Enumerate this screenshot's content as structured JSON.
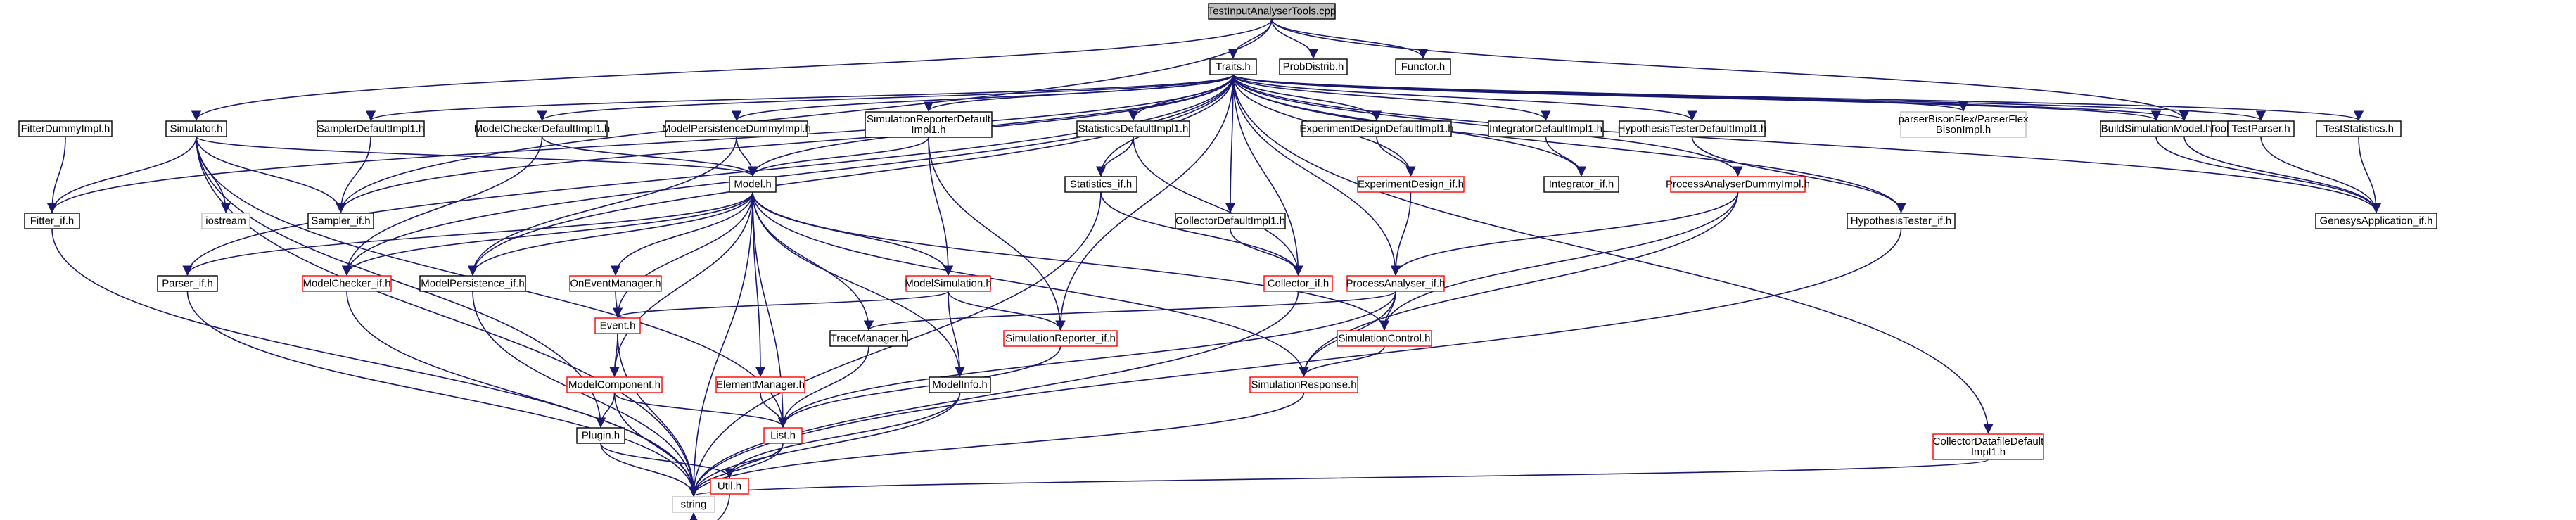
{
  "diagram": {
    "nodes": [
      {
        "id": "TestInputAnalyserTools_cpp",
        "lines": [
          "TestInputAnalyserTools.cpp"
        ],
        "style": "root"
      },
      {
        "id": "Simulator_h",
        "lines": [
          "Simulator.h"
        ],
        "style": "black"
      },
      {
        "id": "Sampler_if_h",
        "lines": [
          "Sampler_if.h"
        ],
        "style": "black"
      },
      {
        "id": "Traits_h",
        "lines": [
          "Traits.h"
        ],
        "style": "black"
      },
      {
        "id": "ProbDistrib_h",
        "lines": [
          "ProbDistrib.h"
        ],
        "style": "black"
      },
      {
        "id": "Functor_h",
        "lines": [
          "Functor.h"
        ],
        "style": "black"
      },
      {
        "id": "TestInputAnalyserTools_h",
        "lines": [
          "TestInputAnalyserTools.h"
        ],
        "style": "black"
      },
      {
        "id": "FitterDummyImpl_h",
        "lines": [
          "FitterDummyImpl.h"
        ],
        "style": "black"
      },
      {
        "id": "Fitter_if_h",
        "lines": [
          "Fitter_if.h"
        ],
        "style": "black"
      },
      {
        "id": "iostream",
        "lines": [
          "iostream"
        ],
        "style": "gray"
      },
      {
        "id": "string",
        "lines": [
          "string"
        ],
        "style": "gray"
      },
      {
        "id": "Parser_if_h",
        "lines": [
          "Parser_if.h"
        ],
        "style": "black"
      },
      {
        "id": "SamplerDefaultImpl1_h",
        "lines": [
          "SamplerDefaultImpl1.h"
        ],
        "style": "black"
      },
      {
        "id": "ModelCheckerDefaultImpl1_h",
        "lines": [
          "ModelCheckerDefaultImpl1.h"
        ],
        "style": "black"
      },
      {
        "id": "ModelPersistenceDummyImpl_h",
        "lines": [
          "ModelPersistenceDummyImpl.h"
        ],
        "style": "black"
      },
      {
        "id": "SimulationReporterDefaultImpl1_h",
        "lines": [
          "SimulationReporterDefault",
          "Impl1.h"
        ],
        "style": "black"
      },
      {
        "id": "StatisticsDefaultImpl1_h",
        "lines": [
          "StatisticsDefaultImpl1.h"
        ],
        "style": "black"
      },
      {
        "id": "ExperimentDesignDefaultImpl1_h",
        "lines": [
          "ExperimentDesignDefaultImpl1.h"
        ],
        "style": "black"
      },
      {
        "id": "IntegratorDefaultImpl1_h",
        "lines": [
          "IntegratorDefaultImpl1.h"
        ],
        "style": "black"
      },
      {
        "id": "HypothesisTesterDefaultImpl1_h",
        "lines": [
          "HypothesisTesterDefaultImpl1.h"
        ],
        "style": "black"
      },
      {
        "id": "parserBisonFlex_h",
        "lines": [
          "parserBisonFlex/ParserFlex",
          "BisonImpl.h"
        ],
        "style": "gray"
      },
      {
        "id": "BuildSimulationModel_h",
        "lines": [
          "BuildSimulationModel.h"
        ],
        "style": "black"
      },
      {
        "id": "TestParser_h",
        "lines": [
          "TestParser.h"
        ],
        "style": "black"
      },
      {
        "id": "TestStatistics_h",
        "lines": [
          "TestStatistics.h"
        ],
        "style": "black"
      },
      {
        "id": "Model_h",
        "lines": [
          "Model.h"
        ],
        "style": "black"
      },
      {
        "id": "Statistics_if_h",
        "lines": [
          "Statistics_if.h"
        ],
        "style": "black"
      },
      {
        "id": "CollectorDefaultImpl1_h",
        "lines": [
          "CollectorDefaultImpl1.h"
        ],
        "style": "black"
      },
      {
        "id": "ExperimentDesign_if_h",
        "lines": [
          "ExperimentDesign_if.h"
        ],
        "style": "red"
      },
      {
        "id": "Integrator_if_h",
        "lines": [
          "Integrator_if.h"
        ],
        "style": "black"
      },
      {
        "id": "HypothesisTester_if_h",
        "lines": [
          "HypothesisTester_if.h"
        ],
        "style": "black"
      },
      {
        "id": "GenesysApplication_if_h",
        "lines": [
          "GenesysApplication_if.h"
        ],
        "style": "black"
      },
      {
        "id": "ModelChecker_if_h",
        "lines": [
          "ModelChecker_if.h"
        ],
        "style": "red"
      },
      {
        "id": "ModelPersistence_if_h",
        "lines": [
          "ModelPersistence_if.h"
        ],
        "style": "black"
      },
      {
        "id": "OnEventManager_h",
        "lines": [
          "OnEventManager.h"
        ],
        "style": "red"
      },
      {
        "id": "ModelSimulation_h",
        "lines": [
          "ModelSimulation.h"
        ],
        "style": "red"
      },
      {
        "id": "Collector_if_h",
        "lines": [
          "Collector_if.h"
        ],
        "style": "red"
      },
      {
        "id": "ProcessAnalyserDummyImpl_h",
        "lines": [
          "ProcessAnalyserDummyImpl.h"
        ],
        "style": "red"
      },
      {
        "id": "ProcessAnalyser_if_h",
        "lines": [
          "ProcessAnalyser_if.h"
        ],
        "style": "red"
      },
      {
        "id": "Event_h",
        "lines": [
          "Event.h"
        ],
        "style": "red"
      },
      {
        "id": "TraceManager_h",
        "lines": [
          "TraceManager.h"
        ],
        "style": "black"
      },
      {
        "id": "SimulationReporter_if_h",
        "lines": [
          "SimulationReporter_if.h"
        ],
        "style": "red"
      },
      {
        "id": "SimulationControl_h",
        "lines": [
          "SimulationControl.h"
        ],
        "style": "red"
      },
      {
        "id": "ModelComponent_h",
        "lines": [
          "ModelComponent.h"
        ],
        "style": "red"
      },
      {
        "id": "ElementManager_h",
        "lines": [
          "ElementManager.h"
        ],
        "style": "red"
      },
      {
        "id": "ModelInfo_h",
        "lines": [
          "ModelInfo.h"
        ],
        "style": "black"
      },
      {
        "id": "SimulationResponse_h",
        "lines": [
          "SimulationResponse.h"
        ],
        "style": "red"
      },
      {
        "id": "List_h",
        "lines": [
          "List.h"
        ],
        "style": "red"
      },
      {
        "id": "Plugin_h",
        "lines": [
          "Plugin.h"
        ],
        "style": "black"
      },
      {
        "id": "Util_h",
        "lines": [
          "Util.h"
        ],
        "style": "red"
      },
      {
        "id": "CollectorDatafileDefaultImpl1_h",
        "lines": [
          "CollectorDatafileDefault",
          "Impl1.h"
        ],
        "style": "red"
      }
    ],
    "edges": [
      [
        "TestInputAnalyserTools_cpp",
        "Simulator_h"
      ],
      [
        "TestInputAnalyserTools_cpp",
        "Sampler_if_h"
      ],
      [
        "TestInputAnalyserTools_cpp",
        "Traits_h"
      ],
      [
        "TestInputAnalyserTools_cpp",
        "ProbDistrib_h"
      ],
      [
        "TestInputAnalyserTools_cpp",
        "Functor_h"
      ],
      [
        "TestInputAnalyserTools_cpp",
        "TestInputAnalyserTools_h"
      ],
      [
        "Simulator_h",
        "Fitter_if_h"
      ],
      [
        "Simulator_h",
        "iostream"
      ],
      [
        "Simulator_h",
        "string"
      ],
      [
        "Simulator_h",
        "Sampler_if_h"
      ],
      [
        "Simulator_h",
        "Model_h"
      ],
      [
        "Simulator_h",
        "Plugin_h"
      ],
      [
        "Simulator_h",
        "List_h"
      ],
      [
        "FitterDummyImpl_h",
        "Fitter_if_h"
      ],
      [
        "Fitter_if_h",
        "string"
      ],
      [
        "Traits_h",
        "Fitter_if_h"
      ],
      [
        "Traits_h",
        "Parser_if_h"
      ],
      [
        "Traits_h",
        "Sampler_if_h"
      ],
      [
        "Traits_h",
        "SamplerDefaultImpl1_h"
      ],
      [
        "Traits_h",
        "ModelCheckerDefaultImpl1_h"
      ],
      [
        "Traits_h",
        "ModelPersistenceDummyImpl_h"
      ],
      [
        "Traits_h",
        "SimulationReporterDefaultImpl1_h"
      ],
      [
        "Traits_h",
        "StatisticsDefaultImpl1_h"
      ],
      [
        "Traits_h",
        "CollectorDefaultImpl1_h"
      ],
      [
        "Traits_h",
        "ExperimentDesignDefaultImpl1_h"
      ],
      [
        "Traits_h",
        "IntegratorDefaultImpl1_h"
      ],
      [
        "Traits_h",
        "HypothesisTesterDefaultImpl1_h"
      ],
      [
        "Traits_h",
        "parserBisonFlex_h"
      ],
      [
        "Traits_h",
        "BuildSimulationModel_h"
      ],
      [
        "Traits_h",
        "TestParser_h"
      ],
      [
        "Traits_h",
        "TestStatistics_h"
      ],
      [
        "Traits_h",
        "TestInputAnalyserTools_h"
      ],
      [
        "Traits_h",
        "Model_h"
      ],
      [
        "Traits_h",
        "ModelChecker_if_h"
      ],
      [
        "Traits_h",
        "ModelPersistence_if_h"
      ],
      [
        "Traits_h",
        "Statistics_if_h"
      ],
      [
        "Traits_h",
        "Collector_if_h"
      ],
      [
        "Traits_h",
        "ExperimentDesign_if_h"
      ],
      [
        "Traits_h",
        "Integrator_if_h"
      ],
      [
        "Traits_h",
        "HypothesisTester_if_h"
      ],
      [
        "Traits_h",
        "ProcessAnalyserDummyImpl_h"
      ],
      [
        "Traits_h",
        "ProcessAnalyser_if_h"
      ],
      [
        "Traits_h",
        "SimulationReporter_if_h"
      ],
      [
        "Traits_h",
        "GenesysApplication_if_h"
      ],
      [
        "Traits_h",
        "CollectorDatafileDefaultImpl1_h"
      ],
      [
        "SamplerDefaultImpl1_h",
        "Sampler_if_h"
      ],
      [
        "ModelCheckerDefaultImpl1_h",
        "ModelChecker_if_h"
      ],
      [
        "ModelCheckerDefaultImpl1_h",
        "Model_h"
      ],
      [
        "ModelPersistenceDummyImpl_h",
        "ModelPersistence_if_h"
      ],
      [
        "ModelPersistenceDummyImpl_h",
        "Model_h"
      ],
      [
        "SimulationReporterDefaultImpl1_h",
        "Model_h"
      ],
      [
        "SimulationReporterDefaultImpl1_h",
        "ModelSimulation_h"
      ],
      [
        "SimulationReporterDefaultImpl1_h",
        "SimulationReporter_if_h"
      ],
      [
        "StatisticsDefaultImpl1_h",
        "Statistics_if_h"
      ],
      [
        "StatisticsDefaultImpl1_h",
        "Collector_if_h"
      ],
      [
        "Statistics_if_h",
        "Collector_if_h"
      ],
      [
        "Statistics_if_h",
        "string"
      ],
      [
        "CollectorDefaultImpl1_h",
        "Collector_if_h"
      ],
      [
        "ExperimentDesignDefaultImpl1_h",
        "ExperimentDesign_if_h"
      ],
      [
        "ExperimentDesign_if_h",
        "ProcessAnalyser_if_h"
      ],
      [
        "IntegratorDefaultImpl1_h",
        "Integrator_if_h"
      ],
      [
        "HypothesisTesterDefaultImpl1_h",
        "HypothesisTester_if_h"
      ],
      [
        "HypothesisTester_if_h",
        "string"
      ],
      [
        "BuildSimulationModel_h",
        "GenesysApplication_if_h"
      ],
      [
        "TestParser_h",
        "GenesysApplication_if_h"
      ],
      [
        "TestStatistics_h",
        "GenesysApplication_if_h"
      ],
      [
        "TestInputAnalyserTools_h",
        "GenesysApplication_if_h"
      ],
      [
        "Model_h",
        "Parser_if_h"
      ],
      [
        "Model_h",
        "ModelChecker_if_h"
      ],
      [
        "Model_h",
        "ModelPersistence_if_h"
      ],
      [
        "Model_h",
        "OnEventManager_h"
      ],
      [
        "Model_h",
        "Event_h"
      ],
      [
        "Model_h",
        "ModelComponent_h"
      ],
      [
        "Model_h",
        "ElementManager_h"
      ],
      [
        "Model_h",
        "ModelSimulation_h"
      ],
      [
        "Model_h",
        "TraceManager_h"
      ],
      [
        "Model_h",
        "ModelInfo_h"
      ],
      [
        "Model_h",
        "SimulationControl_h"
      ],
      [
        "Model_h",
        "SimulationResponse_h"
      ],
      [
        "Model_h",
        "List_h"
      ],
      [
        "Model_h",
        "string"
      ],
      [
        "Parser_if_h",
        "string"
      ],
      [
        "ModelChecker_if_h",
        "string"
      ],
      [
        "ModelPersistence_if_h",
        "string"
      ],
      [
        "OnEventManager_h",
        "Event_h"
      ],
      [
        "Event_h",
        "ModelComponent_h"
      ],
      [
        "Event_h",
        "string"
      ],
      [
        "ModelSimulation_h",
        "Event_h"
      ],
      [
        "ModelSimulation_h",
        "SimulationReporter_if_h"
      ],
      [
        "ModelSimulation_h",
        "ModelInfo_h"
      ],
      [
        "SimulationReporter_if_h",
        "List_h"
      ],
      [
        "Collector_if_h",
        "string"
      ],
      [
        "ProcessAnalyserDummyImpl_h",
        "ProcessAnalyser_if_h"
      ],
      [
        "ProcessAnalyserDummyImpl_h",
        "SimulationControl_h"
      ],
      [
        "ProcessAnalyserDummyImpl_h",
        "SimulationResponse_h"
      ],
      [
        "ProcessAnalyser_if_h",
        "TraceManager_h"
      ],
      [
        "ProcessAnalyser_if_h",
        "SimulationControl_h"
      ],
      [
        "ProcessAnalyser_if_h",
        "SimulationResponse_h"
      ],
      [
        "ProcessAnalyser_if_h",
        "List_h"
      ],
      [
        "SimulationControl_h",
        "SimulationResponse_h"
      ],
      [
        "TraceManager_h",
        "List_h"
      ],
      [
        "ModelComponent_h",
        "Plugin_h"
      ],
      [
        "ModelComponent_h",
        "List_h"
      ],
      [
        "ModelComponent_h",
        "string"
      ],
      [
        "ElementManager_h",
        "List_h"
      ],
      [
        "ModelInfo_h",
        "Util_h"
      ],
      [
        "ModelInfo_h",
        "string"
      ],
      [
        "SimulationResponse_h",
        "string"
      ],
      [
        "List_h",
        "Util_h"
      ],
      [
        "List_h",
        "string"
      ],
      [
        "Plugin_h",
        "Util_h"
      ],
      [
        "Plugin_h",
        "string"
      ],
      [
        "Util_h",
        "string"
      ],
      [
        "CollectorDatafileDefaultImpl1_h",
        "string"
      ]
    ],
    "colors": {
      "edge": "#191970",
      "root_fill": "#bfbfbf",
      "node_fill": "#ffffff",
      "black_border": "#000000",
      "gray_border": "#bfbfbf",
      "red_border": "#ff0000"
    }
  }
}
